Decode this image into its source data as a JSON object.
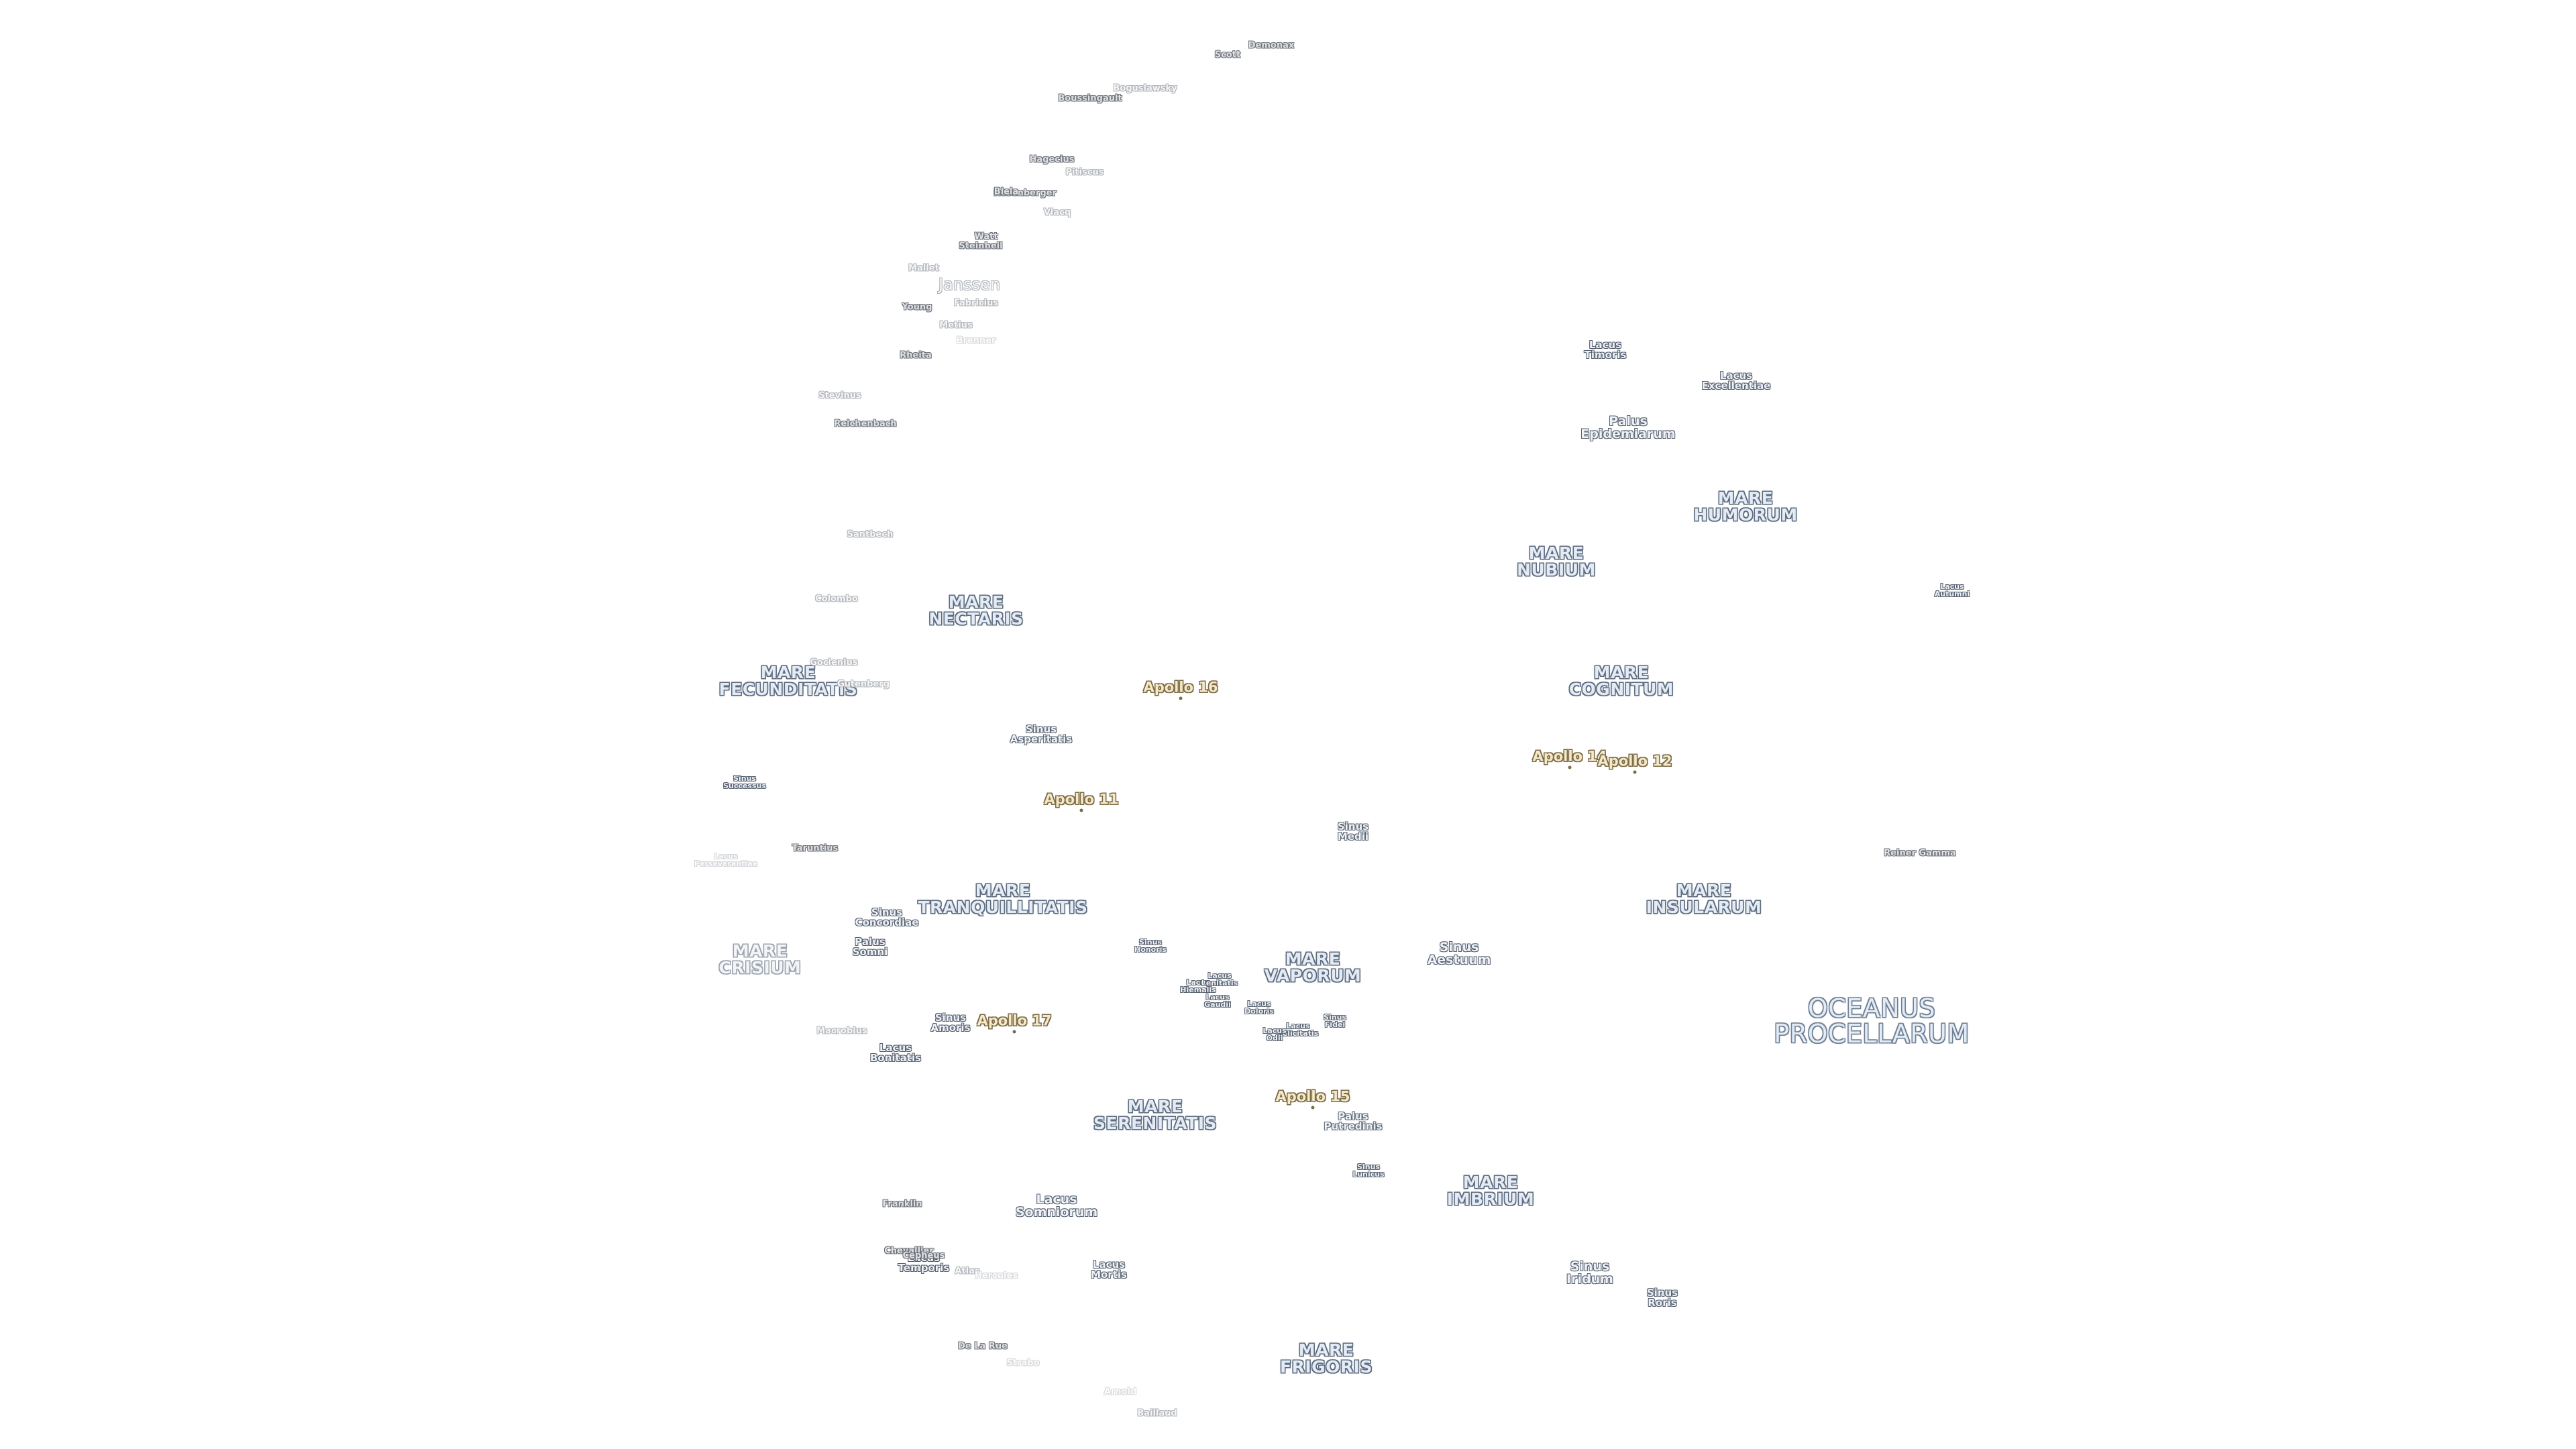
{
  "map": {
    "maria": [
      {
        "id": "oceanus-procellarum",
        "text": "OCEANUS\nPROCELLARUM",
        "size": "big"
      },
      {
        "id": "mare-fecunditatis",
        "text": "MARE\nFECUNDITATIS"
      },
      {
        "id": "mare-crisium",
        "text": "MARE\nCRISIUM",
        "style": "faint"
      },
      {
        "id": "mare-nectaris",
        "text": "MARE\nNECTARIS"
      },
      {
        "id": "mare-tranquillitatis",
        "text": "MARE\nTRANQUILLITATIS"
      },
      {
        "id": "mare-serenitatis",
        "text": "MARE\nSERENITATIS"
      },
      {
        "id": "mare-vaporum",
        "text": "MARE\nVAPORUM"
      },
      {
        "id": "mare-imbrium",
        "text": "MARE\nIMBRIUM"
      },
      {
        "id": "mare-frigoris",
        "text": "MARE\nFRIGORIS"
      },
      {
        "id": "mare-nubium",
        "text": "MARE\nNUBIUM"
      },
      {
        "id": "mare-cognitum",
        "text": "MARE\nCOGNITUM"
      },
      {
        "id": "mare-humorum",
        "text": "MARE\nHUMORUM"
      },
      {
        "id": "mare-insularum",
        "text": "MARE\nINSULARUM"
      }
    ],
    "minor_features": [
      {
        "id": "lacus-timoris",
        "text": "Lacus\nTimoris"
      },
      {
        "id": "lacus-excellentiae",
        "text": "Lacus\nExcellentiae"
      },
      {
        "id": "palus-epidemiarum",
        "text": "Palus\nEpidemiarum",
        "size": "mid"
      },
      {
        "id": "lacus-autumni",
        "text": "Lacus\nAutumni",
        "size": "tiny"
      },
      {
        "id": "sinus-asperitatis",
        "text": "Sinus\nAsperitatis"
      },
      {
        "id": "sinus-medii",
        "text": "Sinus\nMedii"
      },
      {
        "id": "sinus-concordiae",
        "text": "Sinus\nConcordiae"
      },
      {
        "id": "palus-somni",
        "text": "Palus\nSomni"
      },
      {
        "id": "sinus-honoris",
        "text": "Sinus\nHonoris",
        "size": "tiny"
      },
      {
        "id": "sinus-aestuum",
        "text": "Sinus\nAestuum",
        "size": "mid"
      },
      {
        "id": "sinus-amoris",
        "text": "Sinus\nAmoris"
      },
      {
        "id": "lacus-bonitatis",
        "text": "Lacus\nBonitatis"
      },
      {
        "id": "lacus-hiemalis",
        "text": "Lacus\nHiemalis",
        "size": "tiny"
      },
      {
        "id": "lacus-lenitatis",
        "text": "Lacus\nLenitatis",
        "size": "tiny"
      },
      {
        "id": "lacus-gaudii",
        "text": "Lacus\nGaudii",
        "size": "tiny"
      },
      {
        "id": "lacus-doloris",
        "text": "Lacus\nDoloris",
        "size": "tiny"
      },
      {
        "id": "lacus-felicitatis",
        "text": "Lacus\nFelicitatis",
        "size": "tiny"
      },
      {
        "id": "lacus-odii",
        "text": "Lacus\nOdii",
        "size": "tiny"
      },
      {
        "id": "sinus-fidei",
        "text": "Sinus\nFidei",
        "size": "tiny"
      },
      {
        "id": "palus-putredinis",
        "text": "Palus\nPutredinis"
      },
      {
        "id": "sinus-lunicus",
        "text": "Sinus\nLunicus",
        "size": "tiny"
      },
      {
        "id": "lacus-somniorum",
        "text": "Lacus\nSomniorum",
        "size": "mid"
      },
      {
        "id": "lacus-mortis",
        "text": "Lacus\nMortis"
      },
      {
        "id": "lacus-temporis",
        "text": "Lacus\nTemporis"
      },
      {
        "id": "sinus-iridum",
        "text": "Sinus\nIridum",
        "size": "mid"
      },
      {
        "id": "sinus-roris",
        "text": "Sinus\nRoris"
      },
      {
        "id": "sinus-successus",
        "text": "Sinus\nSuccessus",
        "size": "tiny"
      },
      {
        "id": "lacus-perseverantiae",
        "text": "Lacus\nPerseverantiae",
        "size": "tiny",
        "style": "xlight"
      }
    ],
    "craters": [
      {
        "id": "scott",
        "text": "Scott",
        "style": "dark"
      },
      {
        "id": "demonax",
        "text": "Demonax",
        "style": "dark"
      },
      {
        "id": "boguslawsky",
        "text": "Boguslawsky",
        "style": "light"
      },
      {
        "id": "boussingault",
        "text": "Boussingault",
        "style": "dark"
      },
      {
        "id": "hagecius",
        "text": "Hagecius",
        "style": "dark"
      },
      {
        "id": "rosenberger",
        "text": "Rosenberger",
        "style": "dark"
      },
      {
        "id": "biela",
        "text": "Biela",
        "style": "dark"
      },
      {
        "id": "pitiscus",
        "text": "Pitiscus",
        "style": "light"
      },
      {
        "id": "vlacq",
        "text": "Vlacq",
        "style": "light"
      },
      {
        "id": "watt",
        "text": "Watt",
        "style": "dark"
      },
      {
        "id": "steinheil",
        "text": "Steinheil",
        "style": "dark"
      },
      {
        "id": "mallet",
        "text": "Mallet",
        "style": "light"
      },
      {
        "id": "janssen",
        "text": "Janssen",
        "style": "light",
        "size": "big"
      },
      {
        "id": "fabricius",
        "text": "Fabricius",
        "style": "light"
      },
      {
        "id": "young",
        "text": "Young",
        "style": "dark"
      },
      {
        "id": "metius",
        "text": "Metius",
        "style": "light"
      },
      {
        "id": "brenner",
        "text": "Brenner",
        "style": "xlight"
      },
      {
        "id": "rheita",
        "text": "Rheita",
        "style": "dark"
      },
      {
        "id": "stevinus",
        "text": "Stevinus",
        "style": "light"
      },
      {
        "id": "reichenbach",
        "text": "Reichenbach",
        "style": "dark"
      },
      {
        "id": "santbech",
        "text": "Santbech",
        "style": "light"
      },
      {
        "id": "colombo",
        "text": "Colombo",
        "style": "light"
      },
      {
        "id": "goclenius",
        "text": "Goclenius",
        "style": "light"
      },
      {
        "id": "gutenberg",
        "text": "Gutenberg",
        "style": "light"
      },
      {
        "id": "taruntius",
        "text": "Taruntius",
        "style": "dark"
      },
      {
        "id": "macrobius",
        "text": "Macrobius",
        "style": "light"
      },
      {
        "id": "franklin",
        "text": "Franklin",
        "style": "dark"
      },
      {
        "id": "chevallier",
        "text": "Chevallier",
        "style": "dark"
      },
      {
        "id": "cepheus",
        "text": "Cepheus",
        "style": "dark"
      },
      {
        "id": "atlas",
        "text": "Atlas",
        "style": "light"
      },
      {
        "id": "hercules",
        "text": "Hercules",
        "style": "xlight"
      },
      {
        "id": "de-la-rue",
        "text": "De La Rue",
        "style": "dark"
      },
      {
        "id": "strabo",
        "text": "Strabo",
        "style": "xlight"
      },
      {
        "id": "arnold",
        "text": "Arnold",
        "style": "xlight"
      },
      {
        "id": "baillaud",
        "text": "Baillaud",
        "style": "light"
      },
      {
        "id": "reiner-gamma",
        "text": "Reiner Gamma",
        "style": "dark"
      }
    ],
    "apollo_sites": [
      {
        "id": "apollo-16",
        "text": "Apollo 16"
      },
      {
        "id": "apollo-14",
        "text": "Apollo 14"
      },
      {
        "id": "apollo-12",
        "text": "Apollo 12"
      },
      {
        "id": "apollo-11",
        "text": "Apollo 11"
      },
      {
        "id": "apollo-17",
        "text": "Apollo 17"
      },
      {
        "id": "apollo-15",
        "text": "Apollo 15"
      }
    ]
  }
}
